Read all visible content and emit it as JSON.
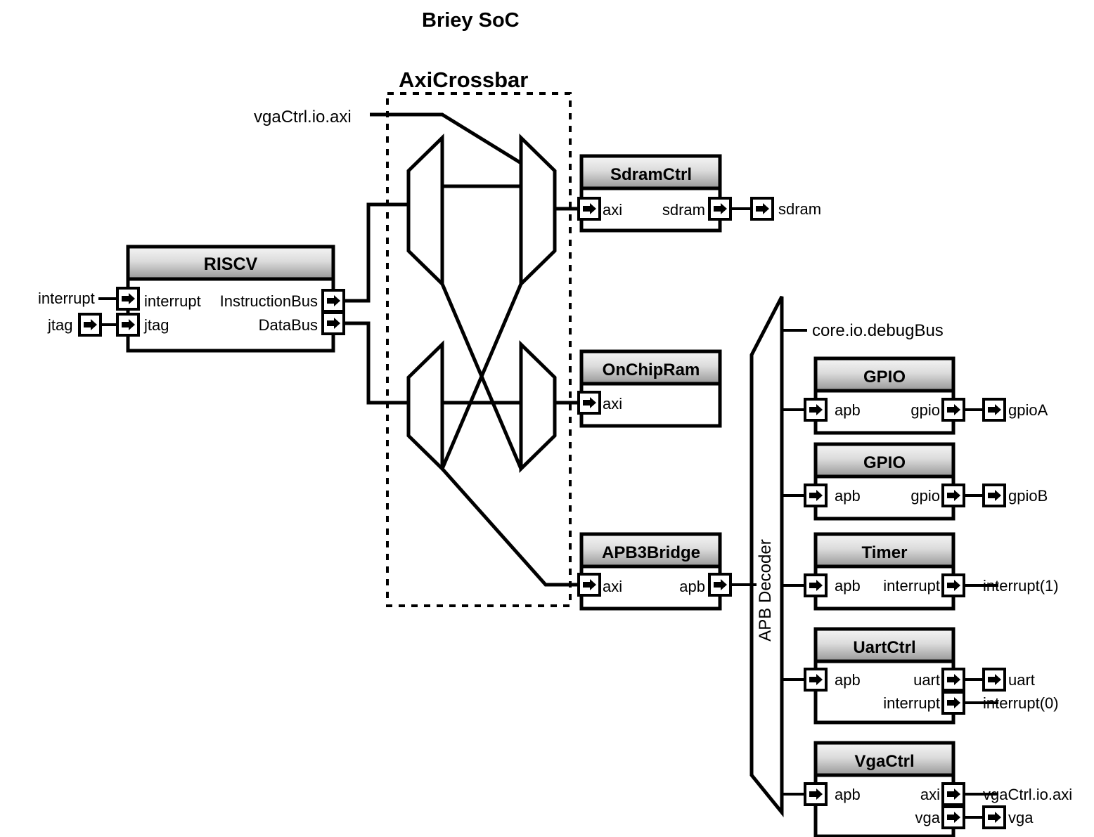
{
  "title": "Briey SoC",
  "crossbar": {
    "label": "AxiCrossbar",
    "external_bus_label": "vgaCtrl.io.axi"
  },
  "apb_decoder": {
    "label": "APB Decoder",
    "debug_bus_label": "core.io.debugBus"
  },
  "blocks": {
    "riscv": {
      "title": "RISCV",
      "ports": {
        "interrupt_in": "interrupt",
        "jtag_in": "jtag",
        "instruction_bus": "InstructionBus",
        "data_bus": "DataBus"
      }
    },
    "sdramctrl": {
      "title": "SdramCtrl",
      "ports": {
        "axi": "axi",
        "sdram": "sdram"
      }
    },
    "onchipram": {
      "title": "OnChipRam",
      "ports": {
        "axi": "axi"
      }
    },
    "apb3bridge": {
      "title": "APB3Bridge",
      "ports": {
        "axi": "axi",
        "apb": "apb"
      }
    },
    "gpio_a": {
      "title": "GPIO",
      "ports": {
        "apb": "apb",
        "gpio": "gpio"
      }
    },
    "gpio_b": {
      "title": "GPIO",
      "ports": {
        "apb": "apb",
        "gpio": "gpio"
      }
    },
    "timer": {
      "title": "Timer",
      "ports": {
        "apb": "apb",
        "interrupt": "interrupt"
      }
    },
    "uartctrl": {
      "title": "UartCtrl",
      "ports": {
        "apb": "apb",
        "uart": "uart",
        "interrupt": "interrupt"
      }
    },
    "vgactrl": {
      "title": "VgaCtrl",
      "ports": {
        "apb": "apb",
        "axi": "axi",
        "vga": "vga"
      }
    }
  },
  "io": {
    "interrupt_in": "interrupt",
    "jtag_in": "jtag",
    "sdram_out": "sdram",
    "gpioA_out": "gpioA",
    "gpioB_out": "gpioB",
    "timer_interrupt_out": "interrupt(1)",
    "uart_out": "uart",
    "uart_interrupt_out": "interrupt(0)",
    "vga_axi_out": "vgaCtrl.io.axi",
    "vga_out": "vga"
  },
  "colors": {
    "stroke": "#000000",
    "header_top": "#f2f2f2",
    "header_bottom": "#9b9b9b",
    "body": "#ffffff"
  }
}
